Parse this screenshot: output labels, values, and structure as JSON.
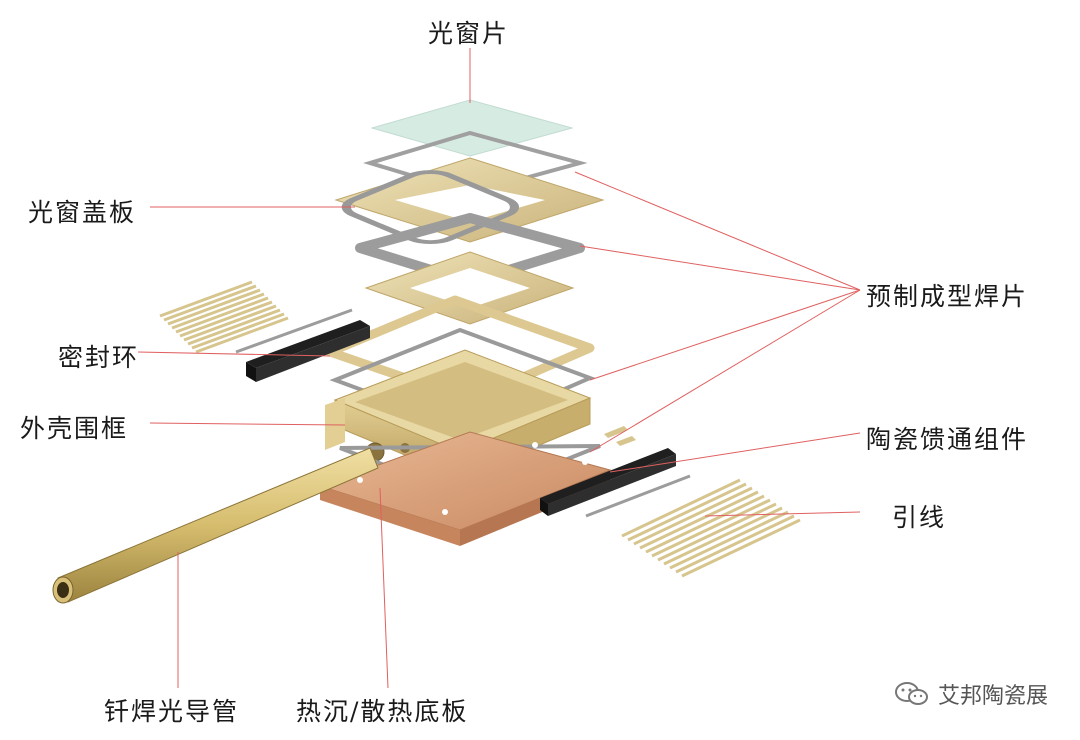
{
  "labels": {
    "optical_window": "光窗片",
    "window_cover": "光窗盖板",
    "preform_solder": "预制成型焊片",
    "seal_ring": "密封环",
    "housing_frame": "外壳围框",
    "ceramic_feedthrough": "陶瓷馈通组件",
    "leads": "引线",
    "fiber_tube": "钎焊光导管",
    "heat_sink": "热沉/散热底板"
  },
  "watermark": {
    "text": "艾邦陶瓷展",
    "icon": "wechat-icon"
  },
  "colors": {
    "leader_line": "#e05050",
    "gold": "#d9c48a",
    "copper": "#d9a07a",
    "solder": "#9a9a9a",
    "glass": "#cfe6dc",
    "ceramic_dark": "#2a2a2a"
  }
}
